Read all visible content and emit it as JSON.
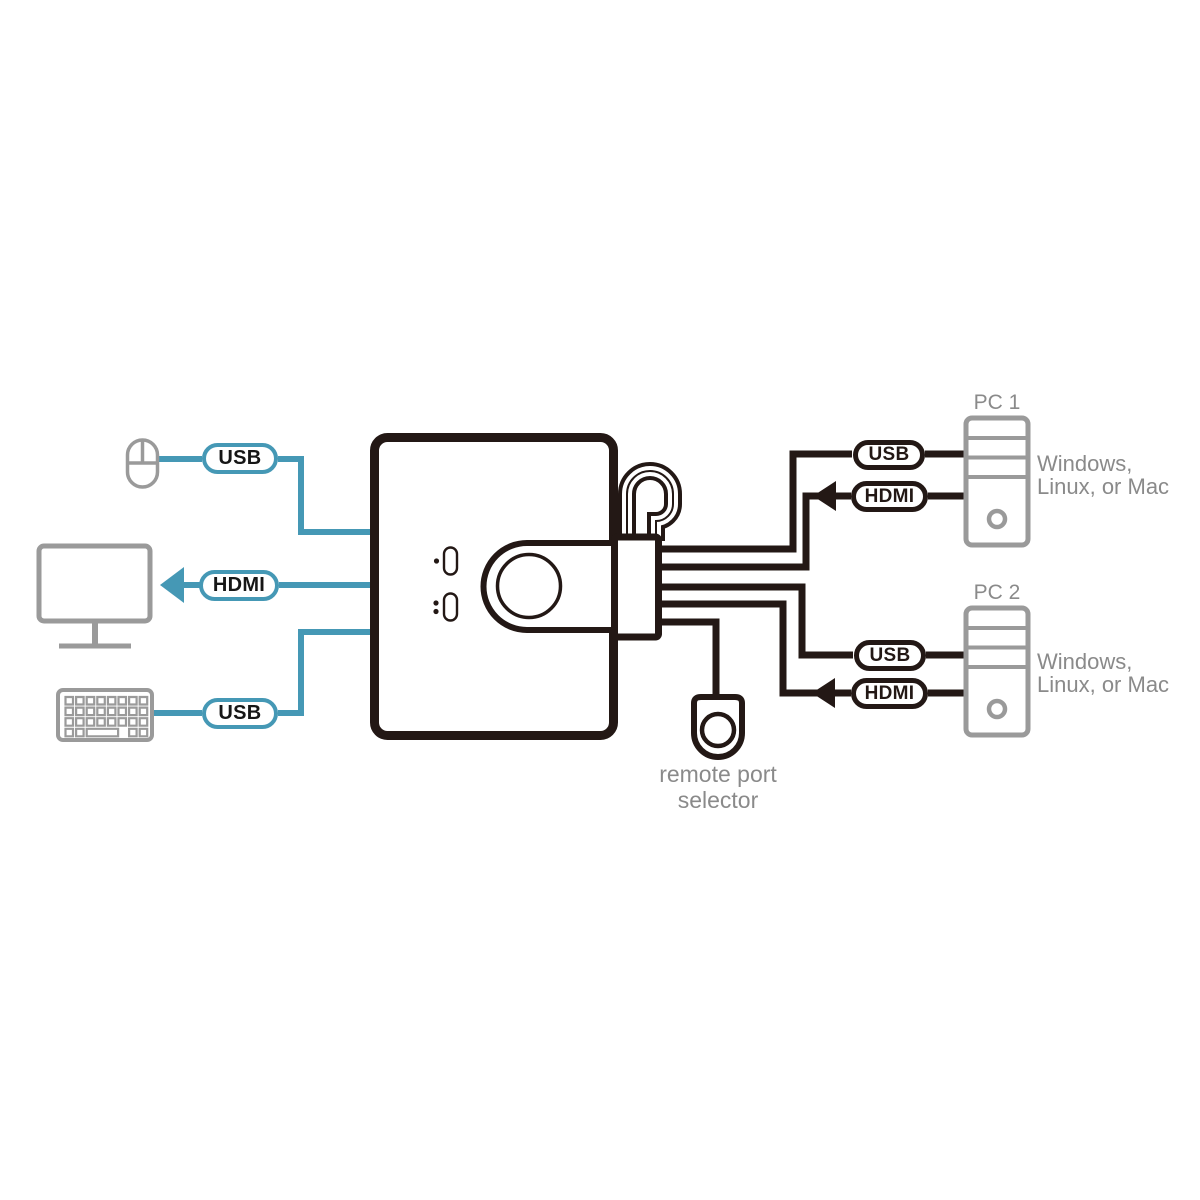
{
  "colors": {
    "line_dark": "#231815",
    "line_blue": "#4598b5",
    "icon_gray": "#9a9a9a",
    "text_gray": "#8a8a8a"
  },
  "console": {
    "mouse_usb": "USB",
    "monitor_hdmi": "HDMI",
    "keyboard_usb": "USB"
  },
  "remote_selector": {
    "line1": "remote port",
    "line2": "selector"
  },
  "pc1": {
    "title": "PC 1",
    "usb": "USB",
    "hdmi": "HDMI",
    "os1": "Windows,",
    "os2": "Linux, or Mac"
  },
  "pc2": {
    "title": "PC 2",
    "usb": "USB",
    "hdmi": "HDMI",
    "os1": "Windows,",
    "os2": "Linux, or Mac"
  }
}
